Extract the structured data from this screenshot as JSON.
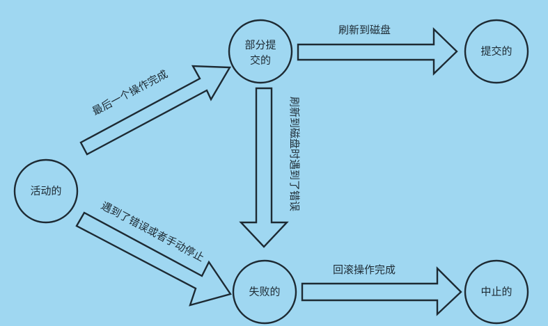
{
  "nodes": {
    "active": "活动的",
    "partial_line1": "部分提",
    "partial_line2": "交的",
    "committed": "提交的",
    "failed": "失败的",
    "aborted": "中止的"
  },
  "edges": {
    "active_to_partial": "最后一个操作完成",
    "partial_to_committed": "刷新到磁盘",
    "partial_to_failed": "刷新到磁盘时遇到了错误",
    "active_to_failed": "遇到了错误或者手动停止",
    "failed_to_aborted": "回滚操作完成"
  }
}
